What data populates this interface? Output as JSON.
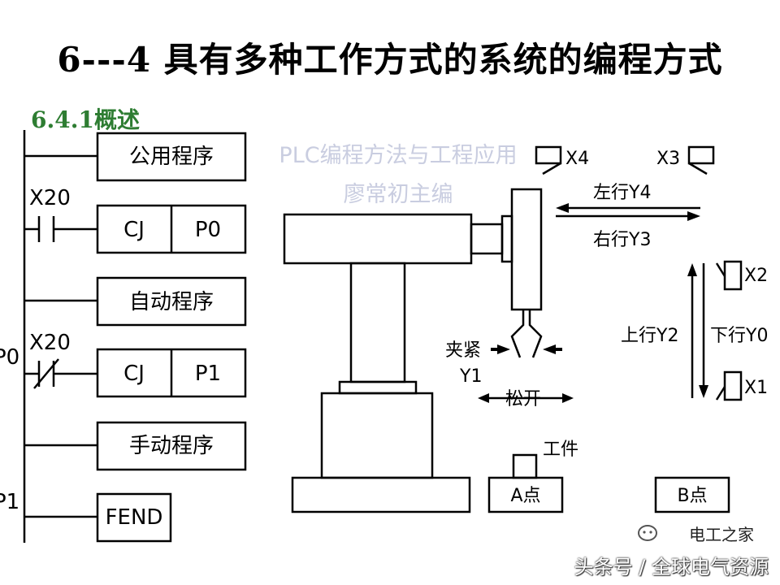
{
  "title": "6---4  具有多种工作方式的系统的编程方式",
  "section_label": "6.4.1概述",
  "ladder": {
    "contact_x20_top": "X20",
    "contact_x20_bottom": "X20",
    "label_p0": "P0",
    "label_p1": "P1",
    "box_common": "公用程序",
    "cj_top": "CJ",
    "p0_box": "P0",
    "box_auto": "自动程序",
    "cj_bottom": "CJ",
    "p1_box": "P1",
    "box_manual": "手动程序",
    "fend": "FEND"
  },
  "machine": {
    "x4": "X4",
    "x3": "X3",
    "x2": "X2",
    "x1": "X1",
    "left_y4": "左行Y4",
    "right_y3": "右行Y3",
    "up_y2": "上行Y2",
    "down_y0": "下行Y0",
    "clamp": "夹紧",
    "y1": "Y1",
    "release": "松开",
    "workpiece": "工件",
    "point_a": "A点",
    "point_b": "B点"
  },
  "watermark": {
    "line1": "PLC编程方法与工程应用",
    "line2": "廖常初主编"
  },
  "brand": {
    "name": "电工之家",
    "source": "头条号 / 全球电气资源"
  }
}
